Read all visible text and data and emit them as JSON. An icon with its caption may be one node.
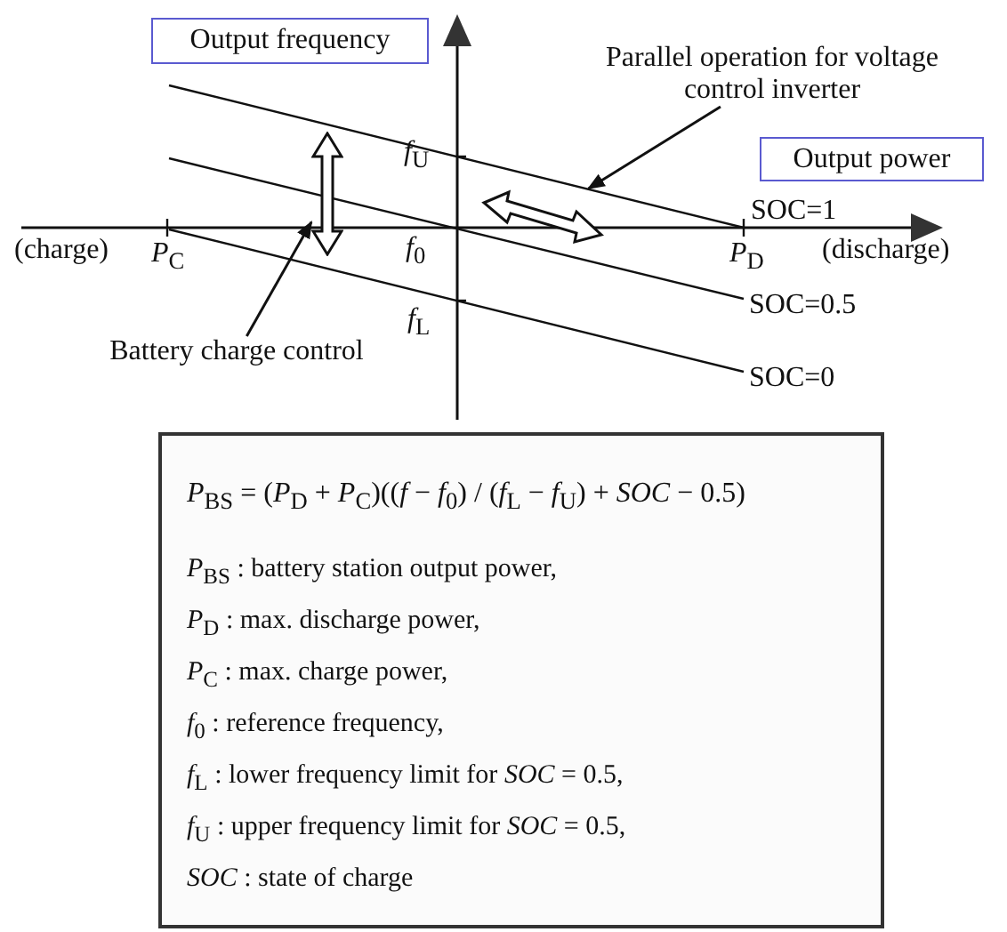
{
  "diagram": {
    "nodes": [
      {
        "text": [
          "Output frequency"
        ]
      },
      {
        "text": [
          "Parallel operation for voltage control inverter"
        ]
      },
      {
        "text": [
          "Output power"
        ]
      },
      {
        "text": [],
        "shape": "arrow"
      },
      {
        "text": [],
        "shape": "arrow"
      },
      {
        "text": [
          "Battery charge control"
        ]
      },
      {
        "text": [
          "*P*$_{BS}$ = (*P*$_{D}$ + *P*$_{C}$)((*f* − *f*$_{0}$) / (*f*$_{L}$ − *f*$_{U}$) + *SOC* − 0.5)",
          "*P*$_{BS}$ : battery station output power,",
          "*P*$_{D}$ : max. discharge power,",
          "*P*$_{C}$ : max. charge power,",
          "*f*$_{0}$ : reference frequency,",
          "*f*$_{L}$ : lower frequency limit for *SOC* = 0.5,",
          "*f*$_{U}$ : upper frequency limit for *SOC* = 0.5,",
          "*SOC* : state of charge"
        ]
      }
    ],
    "edges": [
      {
        "from": 5,
        "to": 3,
        "arrow": "to"
      },
      {
        "from": 1,
        "to": 4,
        "arrow": "to"
      }
    ],
    "labels": [
      "*f*$_{U}$",
      "*f*$_{0}$",
      "SOC=1",
      "(charge)",
      "*P*$_{C}$",
      "*P*$_{D}$",
      "(discharge)",
      "SOC=0.5",
      "*f*$_{L}$",
      "SOC=0"
    ]
  }
}
